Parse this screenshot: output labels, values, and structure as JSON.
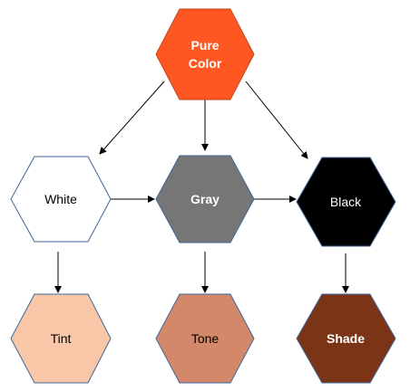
{
  "nodes": {
    "pure_color": {
      "label_lines": [
        "Pure",
        "Color"
      ],
      "fill": "#FF5722",
      "stroke": "#C0451A",
      "text_color": "#FFFFFF",
      "bold": true
    },
    "white": {
      "label_lines": [
        "White"
      ],
      "fill": "#FFFFFF",
      "stroke": "#41659A",
      "text_color": "#000000",
      "bold": false
    },
    "gray": {
      "label_lines": [
        "Gray"
      ],
      "fill": "#767676",
      "stroke": "#41659A",
      "text_color": "#FFFFFF",
      "bold": true
    },
    "black": {
      "label_lines": [
        "Black"
      ],
      "fill": "#000000",
      "stroke": "#41659A",
      "text_color": "#FFFFFF",
      "bold": false
    },
    "tint": {
      "label_lines": [
        "Tint"
      ],
      "fill": "#F8C7A7",
      "stroke": "#41659A",
      "text_color": "#000000",
      "bold": false
    },
    "tone": {
      "label_lines": [
        "Tone"
      ],
      "fill": "#D4886A",
      "stroke": "#41659A",
      "text_color": "#000000",
      "bold": false
    },
    "shade": {
      "label_lines": [
        "Shade"
      ],
      "fill": "#7B3416",
      "stroke": "#41659A",
      "text_color": "#FFFFFF",
      "bold": true
    }
  },
  "edges": [
    {
      "from": "pure_color",
      "to": "white"
    },
    {
      "from": "pure_color",
      "to": "gray"
    },
    {
      "from": "pure_color",
      "to": "black"
    },
    {
      "from": "white",
      "to": "gray"
    },
    {
      "from": "gray",
      "to": "black"
    },
    {
      "from": "white",
      "to": "tint"
    },
    {
      "from": "gray",
      "to": "tone"
    },
    {
      "from": "black",
      "to": "shade"
    }
  ]
}
